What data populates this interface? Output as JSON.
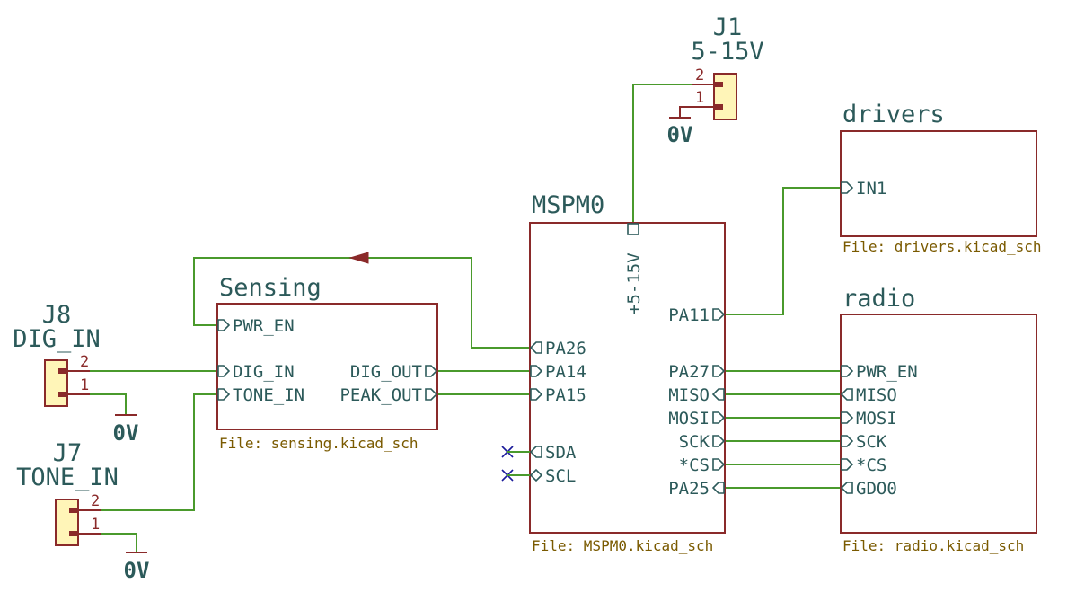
{
  "sheets": {
    "sensing": {
      "title": "Sensing",
      "file": "File: sensing.kicad_sch",
      "pins": [
        "PWR_EN",
        "DIG_IN",
        "TONE_IN",
        "DIG_OUT",
        "PEAK_OUT"
      ]
    },
    "mspm0": {
      "title": "MSPM0",
      "file": "File: MSPM0.kicad_sch",
      "top_pin": "+5-15V",
      "left_pins": [
        "PA26",
        "PA14",
        "PA15",
        "SDA",
        "SCL"
      ],
      "right_pins": [
        "PA11",
        "PA27",
        "MISO",
        "MOSI",
        "SCK",
        "*CS",
        "PA25"
      ]
    },
    "drivers": {
      "title": "drivers",
      "file": "File: drivers.kicad_sch",
      "pins": [
        "IN1"
      ]
    },
    "radio": {
      "title": "radio",
      "file": "File: radio.kicad_sch",
      "pins": [
        "PWR_EN",
        "MISO",
        "MOSI",
        "SCK",
        "*CS",
        "GDO0"
      ]
    }
  },
  "connectors": {
    "j1": {
      "ref": "J1",
      "value": "5-15V",
      "pin2": "2",
      "pin1": "1"
    },
    "j8": {
      "ref": "J8",
      "value": "DIG_IN",
      "pin2": "2",
      "pin1": "1"
    },
    "j7": {
      "ref": "J7",
      "value": "TONE_IN",
      "pin2": "2",
      "pin1": "1"
    }
  },
  "ground_label": "0V",
  "colors": {
    "wire": "#4a9a2c",
    "sheet_border": "#8a2a2a",
    "text": "#2c5a5a",
    "file_text": "#7a5a00",
    "connector_fill": "#fff5b8",
    "no_connect": "#1a1a9a"
  }
}
